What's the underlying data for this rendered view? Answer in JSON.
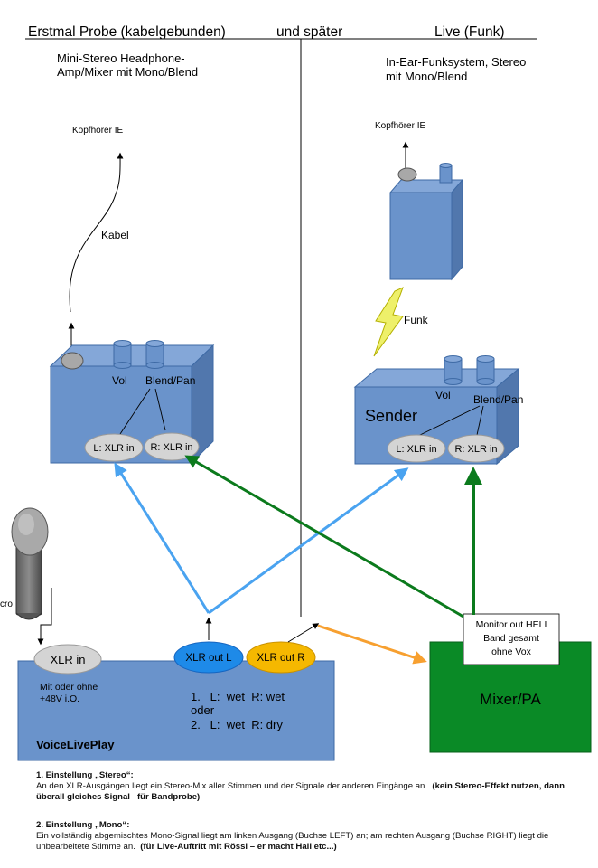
{
  "header": {
    "left_title": "Erstmal Probe (kabelgebunden)",
    "middle_title": "und später",
    "right_title": "Live (Funk)"
  },
  "left": {
    "subtitle_line1": "Mini-Stereo Headphone-",
    "subtitle_line2": "Amp/Mixer mit Mono/Blend",
    "headphone_label": "Kopfhörer IE",
    "cable_label": "Kabel",
    "vol_label": "Vol",
    "blend_label": "Blend/Pan",
    "xlr_l_label": "L: XLR in",
    "xlr_r_label": "R: XLR in"
  },
  "right": {
    "subtitle_line1": "In-Ear-Funksystem, Stereo",
    "subtitle_line2": "mit Mono/Blend",
    "headphone_label": "Kopfhörer IE",
    "funk_label": "Funk",
    "sender_label": "Sender",
    "vol_label": "Vol",
    "blend_label": "Blend/Pan",
    "xlr_l_label": "L: XLR in",
    "xlr_r_label": "R: XLR in"
  },
  "mic": {
    "label": "cro"
  },
  "voicelive": {
    "name": "VoiceLivePlay",
    "xlr_in_label": "XLR in",
    "phantom_line1": "Mit oder ohne",
    "phantom_line2": "+48V i.O.",
    "out_l_label": "XLR out L",
    "out_r_label": "XLR out R",
    "option1": "1.   L:  wet  R: wet",
    "option_or": "oder",
    "option2": "2.   L:  wet  R: dry"
  },
  "mixer": {
    "label": "Mixer/PA",
    "monitor_line1": "Monitor out HELI",
    "monitor_line2": "Band gesamt",
    "monitor_line3": "ohne Vox"
  },
  "colors": {
    "box_fill": "#6a93cb",
    "box_side": "#5177ad",
    "box_top": "#84a7d8",
    "blue_arrow": "#4aa3f0",
    "green_arrow": "#0b7a1c",
    "orange_arrow": "#f7a030",
    "mixer_green": "#0a8a26",
    "out_l_fill": "#1e8ae8",
    "out_r_fill": "#f5b800",
    "bolt_fill": "#eef06a"
  },
  "notes": {
    "stereo_heading": "1. Einstellung „Stereo“:",
    "stereo_text": "An den XLR-Ausgängen liegt ein Stereo-Mix aller Stimmen und der Signale der anderen Eingänge an.",
    "stereo_bold": "(kein Stereo-Effekt nutzen, dann überall gleiches Signal –für Bandprobe)",
    "mono_heading": "2. Einstellung „Mono“:",
    "mono_text": "Ein vollständig abgemischtes Mono-Signal liegt am linken Ausgang (Buchse LEFT) an; am rechten Ausgang (Buchse RIGHT) liegt die unbearbeitete Stimme an.",
    "mono_bold": "(für Live-Auftritt mit Rössi – er macht Hall etc...)"
  }
}
